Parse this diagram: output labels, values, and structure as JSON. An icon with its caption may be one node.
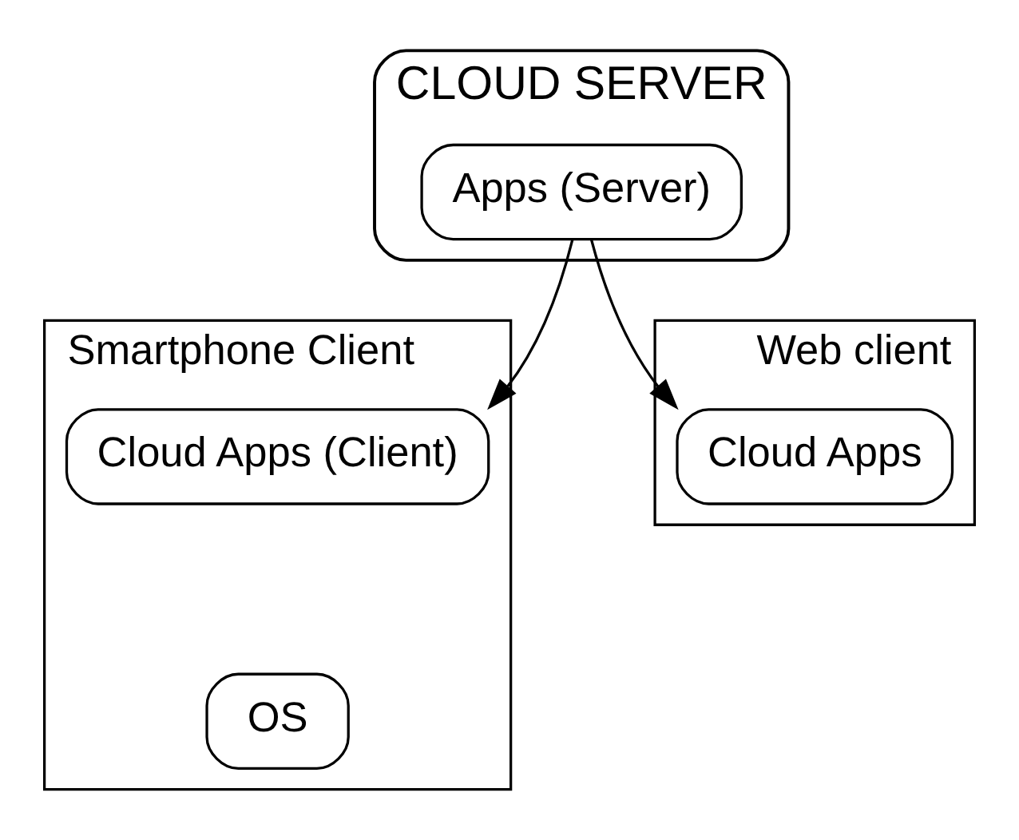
{
  "diagram": {
    "nodes": [
      {
        "text": [
          "CLOUD SERVER"
        ]
      },
      {
        "text": [
          "Apps (Server)"
        ],
        "in": 0
      },
      {
        "text": [
          "Smartphone Client"
        ]
      },
      {
        "text": [
          "Cloud Apps (Client)"
        ],
        "in": 2
      },
      {
        "text": [
          "OS"
        ],
        "in": 2
      },
      {
        "text": [
          "Web client"
        ]
      },
      {
        "text": [
          "Cloud Apps"
        ],
        "in": 5
      }
    ],
    "edges": [
      {
        "from": 1,
        "to": 3,
        "arrow": "to"
      },
      {
        "from": 1,
        "to": 6,
        "arrow": "to"
      }
    ]
  }
}
